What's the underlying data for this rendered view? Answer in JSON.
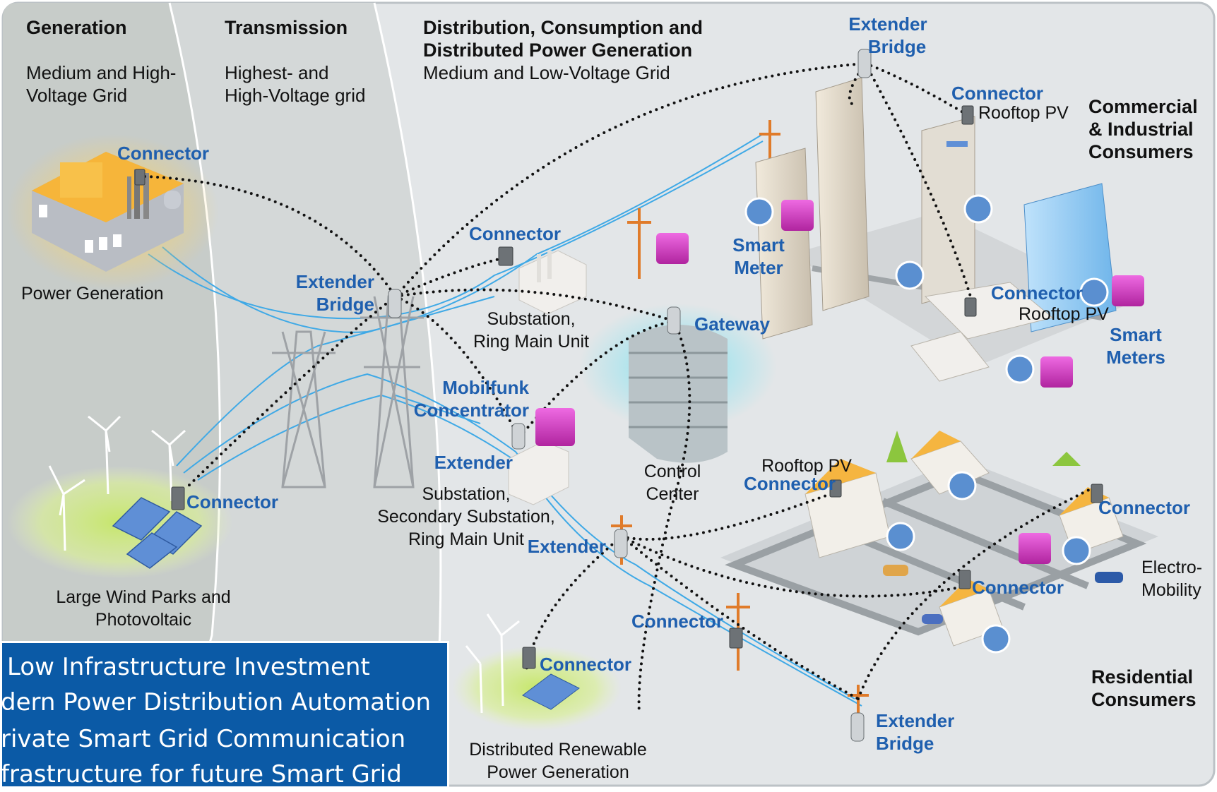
{
  "zones": {
    "generation": {
      "title": "Generation",
      "subtitle": [
        "Medium and High-",
        "Voltage Grid"
      ]
    },
    "transmission": {
      "title": "Transmission",
      "subtitle": [
        "Highest- and",
        "High-Voltage grid"
      ]
    },
    "distribution": {
      "title": [
        "Distribution, Consumption and",
        "Distributed Power Generation"
      ],
      "subtitle": "Medium and Low-Voltage Grid"
    }
  },
  "labels": {
    "power_generation": "Power Generation",
    "wind_parks": [
      "Large Wind Parks and",
      "Photovoltaic"
    ],
    "substation_rmu": [
      "Substation,",
      "Ring Main Unit"
    ],
    "substation_secondary": [
      "Substation,",
      "Secondary Substation,",
      "Ring Main Unit"
    ],
    "control_center": [
      "Control",
      "Center"
    ],
    "distributed_renewable": [
      "Distributed Renewable",
      "Power Generation"
    ],
    "commercial": [
      "Commercial",
      "& Industrial",
      "Consumers"
    ],
    "residential": [
      "Residential",
      "Consumers"
    ],
    "rooftop_pv_1": "Rooftop PV",
    "rooftop_pv_2": "Rooftop PV",
    "rooftop_pv_3": "Rooftop PV",
    "electro_mobility": [
      "Electro-",
      "Mobility"
    ]
  },
  "nodes": {
    "connector_generation": "Connector",
    "connector_wind": "Connector",
    "extender_bridge_tower": [
      "Extender",
      "Bridge"
    ],
    "connector_substation": "Connector",
    "mobilfunk": [
      "Mobilfunk",
      "Concentrator"
    ],
    "extender_substation": "Extender",
    "extender_pole": "Extender",
    "gateway": "Gateway",
    "connector_pole": "Connector",
    "connector_renewable": "Connector",
    "extender_bridge_bottom": [
      "Extender",
      "Bridge"
    ],
    "extender_bridge_top": [
      "Extender",
      "Bridge"
    ],
    "connector_rooftop": "Connector",
    "smart_meter": [
      "Smart",
      "Meter"
    ],
    "connector_commercial": "Connector",
    "smart_meters": [
      "Smart",
      "Meters"
    ],
    "connector_residential_pv": "Connector",
    "connector_residential_right": "Connector",
    "connector_residential_mid": "Connector"
  },
  "benefits": [
    "Low Infrastructure Investment",
    "dern Power Distribution Automation",
    "rivate Smart Grid Communication",
    "frastructure for future Smart Grid"
  ],
  "colors": {
    "background_left": "#c7ccc9",
    "background_right": "#e3e6e8",
    "label_blue": "#1f5fae",
    "power_line": "#3fa9e6",
    "benefit_box": "#0b5aa6",
    "radio_icon": "#d63ac8"
  },
  "icons": [
    "connector-box-icon",
    "radio-tower-icon",
    "smart-meter-icon",
    "power-pole-icon",
    "wind-turbine-icon",
    "solar-panel-icon"
  ]
}
